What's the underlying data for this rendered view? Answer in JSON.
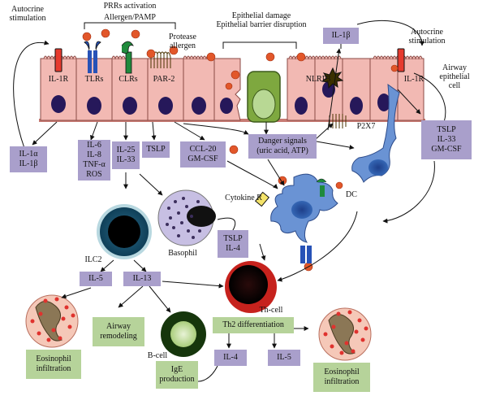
{
  "colors": {
    "cell_fill": "#f2b9b3",
    "cell_border": "#8b4a45",
    "nucleus": "#26185a",
    "purple_box": "#a99fcb",
    "green_box": "#b6d39a",
    "dc_blue": "#5c86c8",
    "allergen": "#e2572a",
    "eosinophil_granule": "#e0322e",
    "basophil_granule": "#3b2e5c"
  },
  "labels": {
    "autocrine_left": "Autocrine\nstimulation",
    "prrs_activation": "PRRs activation",
    "allergen_pamp": "Allergen/PAMP",
    "protease_allergen": "Protease\nallergen",
    "epithelial_damage": "Epithelial damage\nEpithelial barrier disruption",
    "autocrine_right": "Autocrine\nstimulation",
    "airway_epithelial_cell": "Airway\nepithelial\ncell",
    "il1r_left": "IL-1R",
    "tlrs": "TLRs",
    "clrs": "CLRs",
    "par2": "PAR-2",
    "nlrp3": "NLRP3",
    "il1r_right": "IL-1R",
    "p2x7": "P2X7",
    "dc": "DC",
    "cytokine_r": "Cytokine R",
    "basophil": "Basophil",
    "ilc2": "ILC2",
    "th_cell": "Th-cell",
    "b_cell": "B-cell"
  },
  "boxes": {
    "il1b_top": "IL-1β",
    "il1a_il1b": "IL-1α\nIL-1β",
    "il6_group": "IL-6\nIL-8\nTNF-α\nROS",
    "il25_il33": "IL-25\nIL-33",
    "tslp": "TSLP",
    "ccl20_gmcsf": "CCL-20\nGM-CSF",
    "danger_signals": "Danger signals\n(uric acid, ATP)",
    "tslp_il33_gmcsf": "TSLP\nIL-33\nGM-CSF",
    "tslp_il4": "TSLP\nIL-4",
    "il5_left": "IL-5",
    "il13": "IL-13",
    "airway_remodeling": "Airway\nremodeling",
    "eosinophil_left": "Eosinophil\ninfiltration",
    "th2_diff": "Th2 differentiation",
    "il4_bottom": "IL-4",
    "il5_bottom": "IL-5",
    "ige_production": "IgE\nproduction",
    "eosinophil_right": "Eosinophil\ninfiltration"
  }
}
